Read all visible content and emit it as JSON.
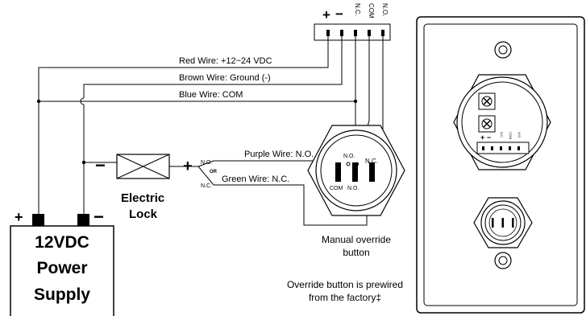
{
  "terminal_block": {
    "plus": "+",
    "minus": "−",
    "nc": "N.C.",
    "com": "COM",
    "no": "N.O."
  },
  "wires": {
    "red": "Red  Wire: +12~24 VDC",
    "brown": "Brown Wire: Ground (-)",
    "blue": "Blue Wire: COM",
    "purple": "Purple Wire: N.O.",
    "green": "Green Wire: N.C."
  },
  "lock": {
    "label_line1": "Electric",
    "label_line2": "Lock",
    "minus": "−",
    "plus": "+",
    "no": "N.O.",
    "or": "OR",
    "nc": "N.C."
  },
  "power_supply": {
    "line1": "12VDC",
    "line2": "Power",
    "line3": "Supply",
    "plus": "+",
    "minus": "−"
  },
  "button": {
    "no_top": "N.O.",
    "nc": "N.C.",
    "com": "COM",
    "no_bottom": "N.O.",
    "caption_line1": "Manual override",
    "caption_line2": "button"
  },
  "note": {
    "line1": "Override button is prewired",
    "line2": "from the factory‡"
  },
  "plate": {
    "plus": "+",
    "minus": "−",
    "nc": "N.C.",
    "com": "COM",
    "no": "N.O."
  }
}
